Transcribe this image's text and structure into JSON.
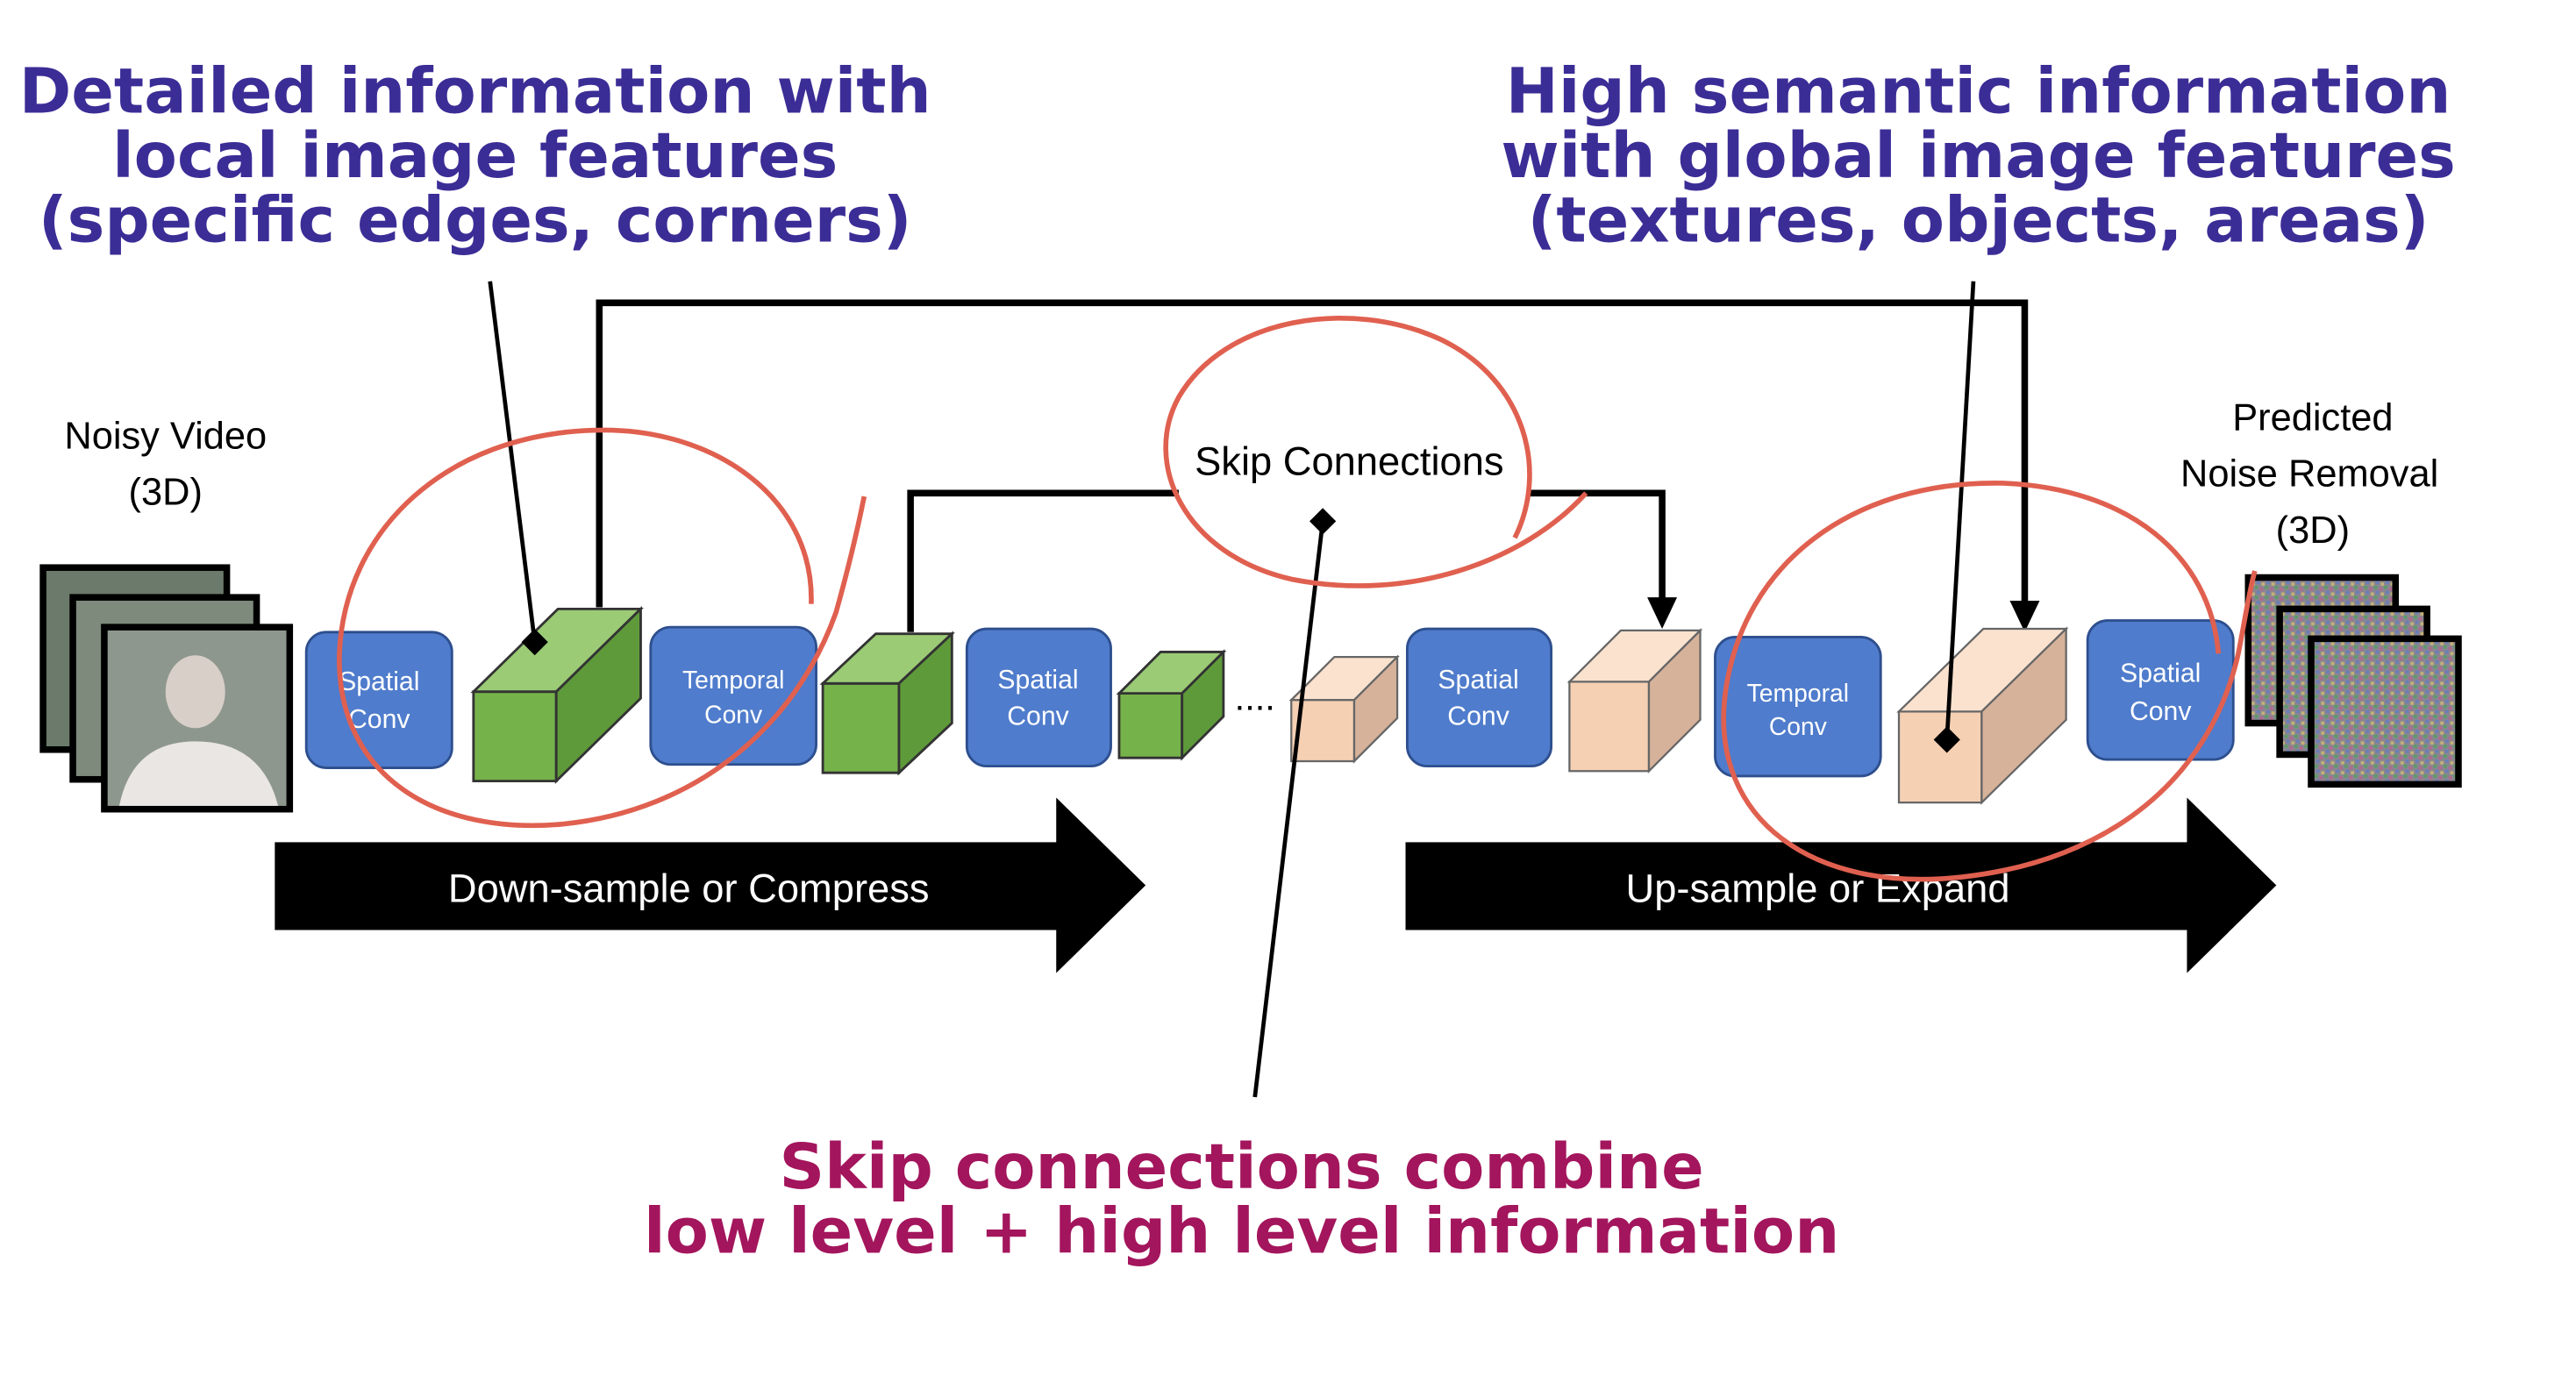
{
  "annotations": {
    "left": {
      "lines": [
        "Detailed information with",
        "local image features",
        "(specific edges, corners)"
      ]
    },
    "right": {
      "lines": [
        "High semantic information",
        "with global image features",
        "(textures, objects, areas)"
      ]
    },
    "bottom": {
      "lines": [
        "Skip connections combine",
        "low level + high level information"
      ]
    },
    "skip_label": "Skip Connections"
  },
  "io": {
    "input": {
      "lines": [
        "Noisy Video",
        "(3D)"
      ]
    },
    "output": {
      "lines": [
        "Predicted",
        "Noise Removal",
        "(3D)"
      ]
    }
  },
  "blocks": {
    "spatial": {
      "line1": "Spatial",
      "line2": "Conv"
    },
    "temporal": {
      "line1": "Temporal",
      "line2": "Conv"
    }
  },
  "ellipsis": "....",
  "arrows": {
    "down": "Down-sample or Compress",
    "up": "Up-sample or Expand"
  },
  "colors": {
    "annotation_blue": "#3b2d96",
    "annotation_magenta": "#a3155c",
    "conv_block": "#4f7ccc",
    "encoder_cube": "#76b24a",
    "decoder_cube": "#f6d0b3",
    "red_circle": "#e06050"
  }
}
